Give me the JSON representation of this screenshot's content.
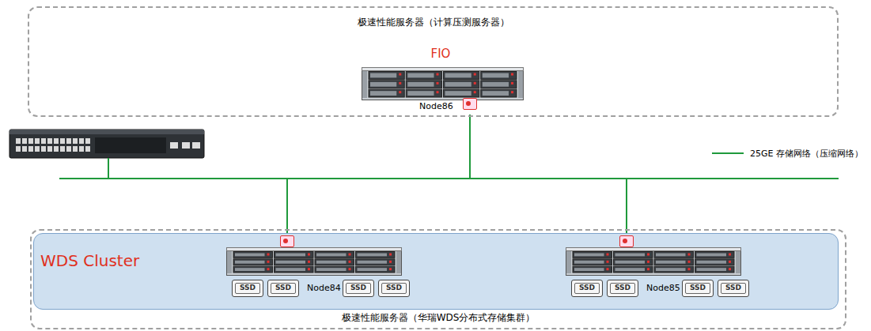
{
  "diagram": {
    "nodes": [
      {
        "text": [
          "极速性能服务器（计算压测服务器）"
        ]
      },
      {
        "text": [
          "FIO",
          "Node86"
        ],
        "in": 0
      },
      {
        "text": [
          "极速性能服务器（华瑞WDS分布式存储集群）"
        ]
      },
      {
        "text": [
          "WDS Cluster"
        ],
        "in": 2
      },
      {
        "text": [
          "Node84"
        ],
        "in": 3
      },
      {
        "text": [
          "Node85"
        ],
        "in": 3
      }
    ],
    "edges": [
      {
        "from": 1,
        "to": 4,
        "arrow": "none"
      },
      {
        "from": 1,
        "to": 5,
        "arrow": "none"
      }
    ],
    "labels": [
      "SSD",
      "SSD",
      "SSD",
      "SSD",
      "SSD",
      "SSD",
      "SSD",
      "SSD"
    ],
    "legend": [
      {
        "text": "25GE 存储网络（压缩网络）"
      }
    ]
  }
}
